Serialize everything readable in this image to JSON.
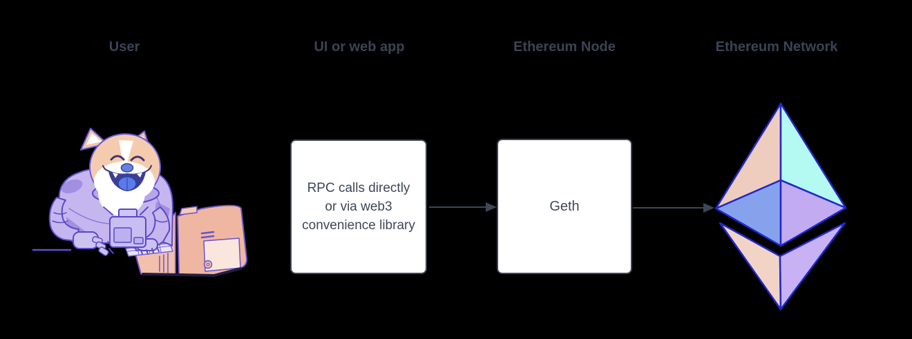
{
  "headers": {
    "user": "User",
    "ui": "UI or web app",
    "node": "Ethereum Node",
    "network": "Ethereum Network"
  },
  "boxes": {
    "ui": {
      "text": "RPC calls directly or via web3 convenience library"
    },
    "node": {
      "text": "Geth"
    }
  },
  "columns": [
    {
      "label": "User",
      "content": "doge-at-computer-illustration"
    },
    {
      "label": "UI or web app",
      "content": "RPC calls directly or via web3 convenience library"
    },
    {
      "label": "Ethereum Node",
      "content": "Geth"
    },
    {
      "label": "Ethereum Network",
      "content": "ethereum-logo"
    }
  ],
  "arrows": [
    {
      "from": "UI or web app",
      "to": "Ethereum Node"
    },
    {
      "from": "Ethereum Node",
      "to": "Ethereum Network"
    }
  ],
  "colors": {
    "background": "#000000",
    "header_text": "#3a4454",
    "box_border": "#3e4757",
    "box_background": "#ffffff",
    "arrow": "#3e4757",
    "logo_outline": "#2328c8",
    "logo_peach": "#eeccbe",
    "logo_cyan": "#b4f9f2",
    "logo_blue": "#87a2ec",
    "logo_purple": "#c3abf2",
    "logo_reflection_peach": "#f2d4c6",
    "logo_reflection_purple": "#c8b2f4",
    "doge_fur": "#f5cbb0",
    "doge_suit": "#c6b6ef",
    "doge_outline": "#5a49c8",
    "computer_body": "#efb6a1",
    "tongue_blue": "#5b7be8"
  }
}
